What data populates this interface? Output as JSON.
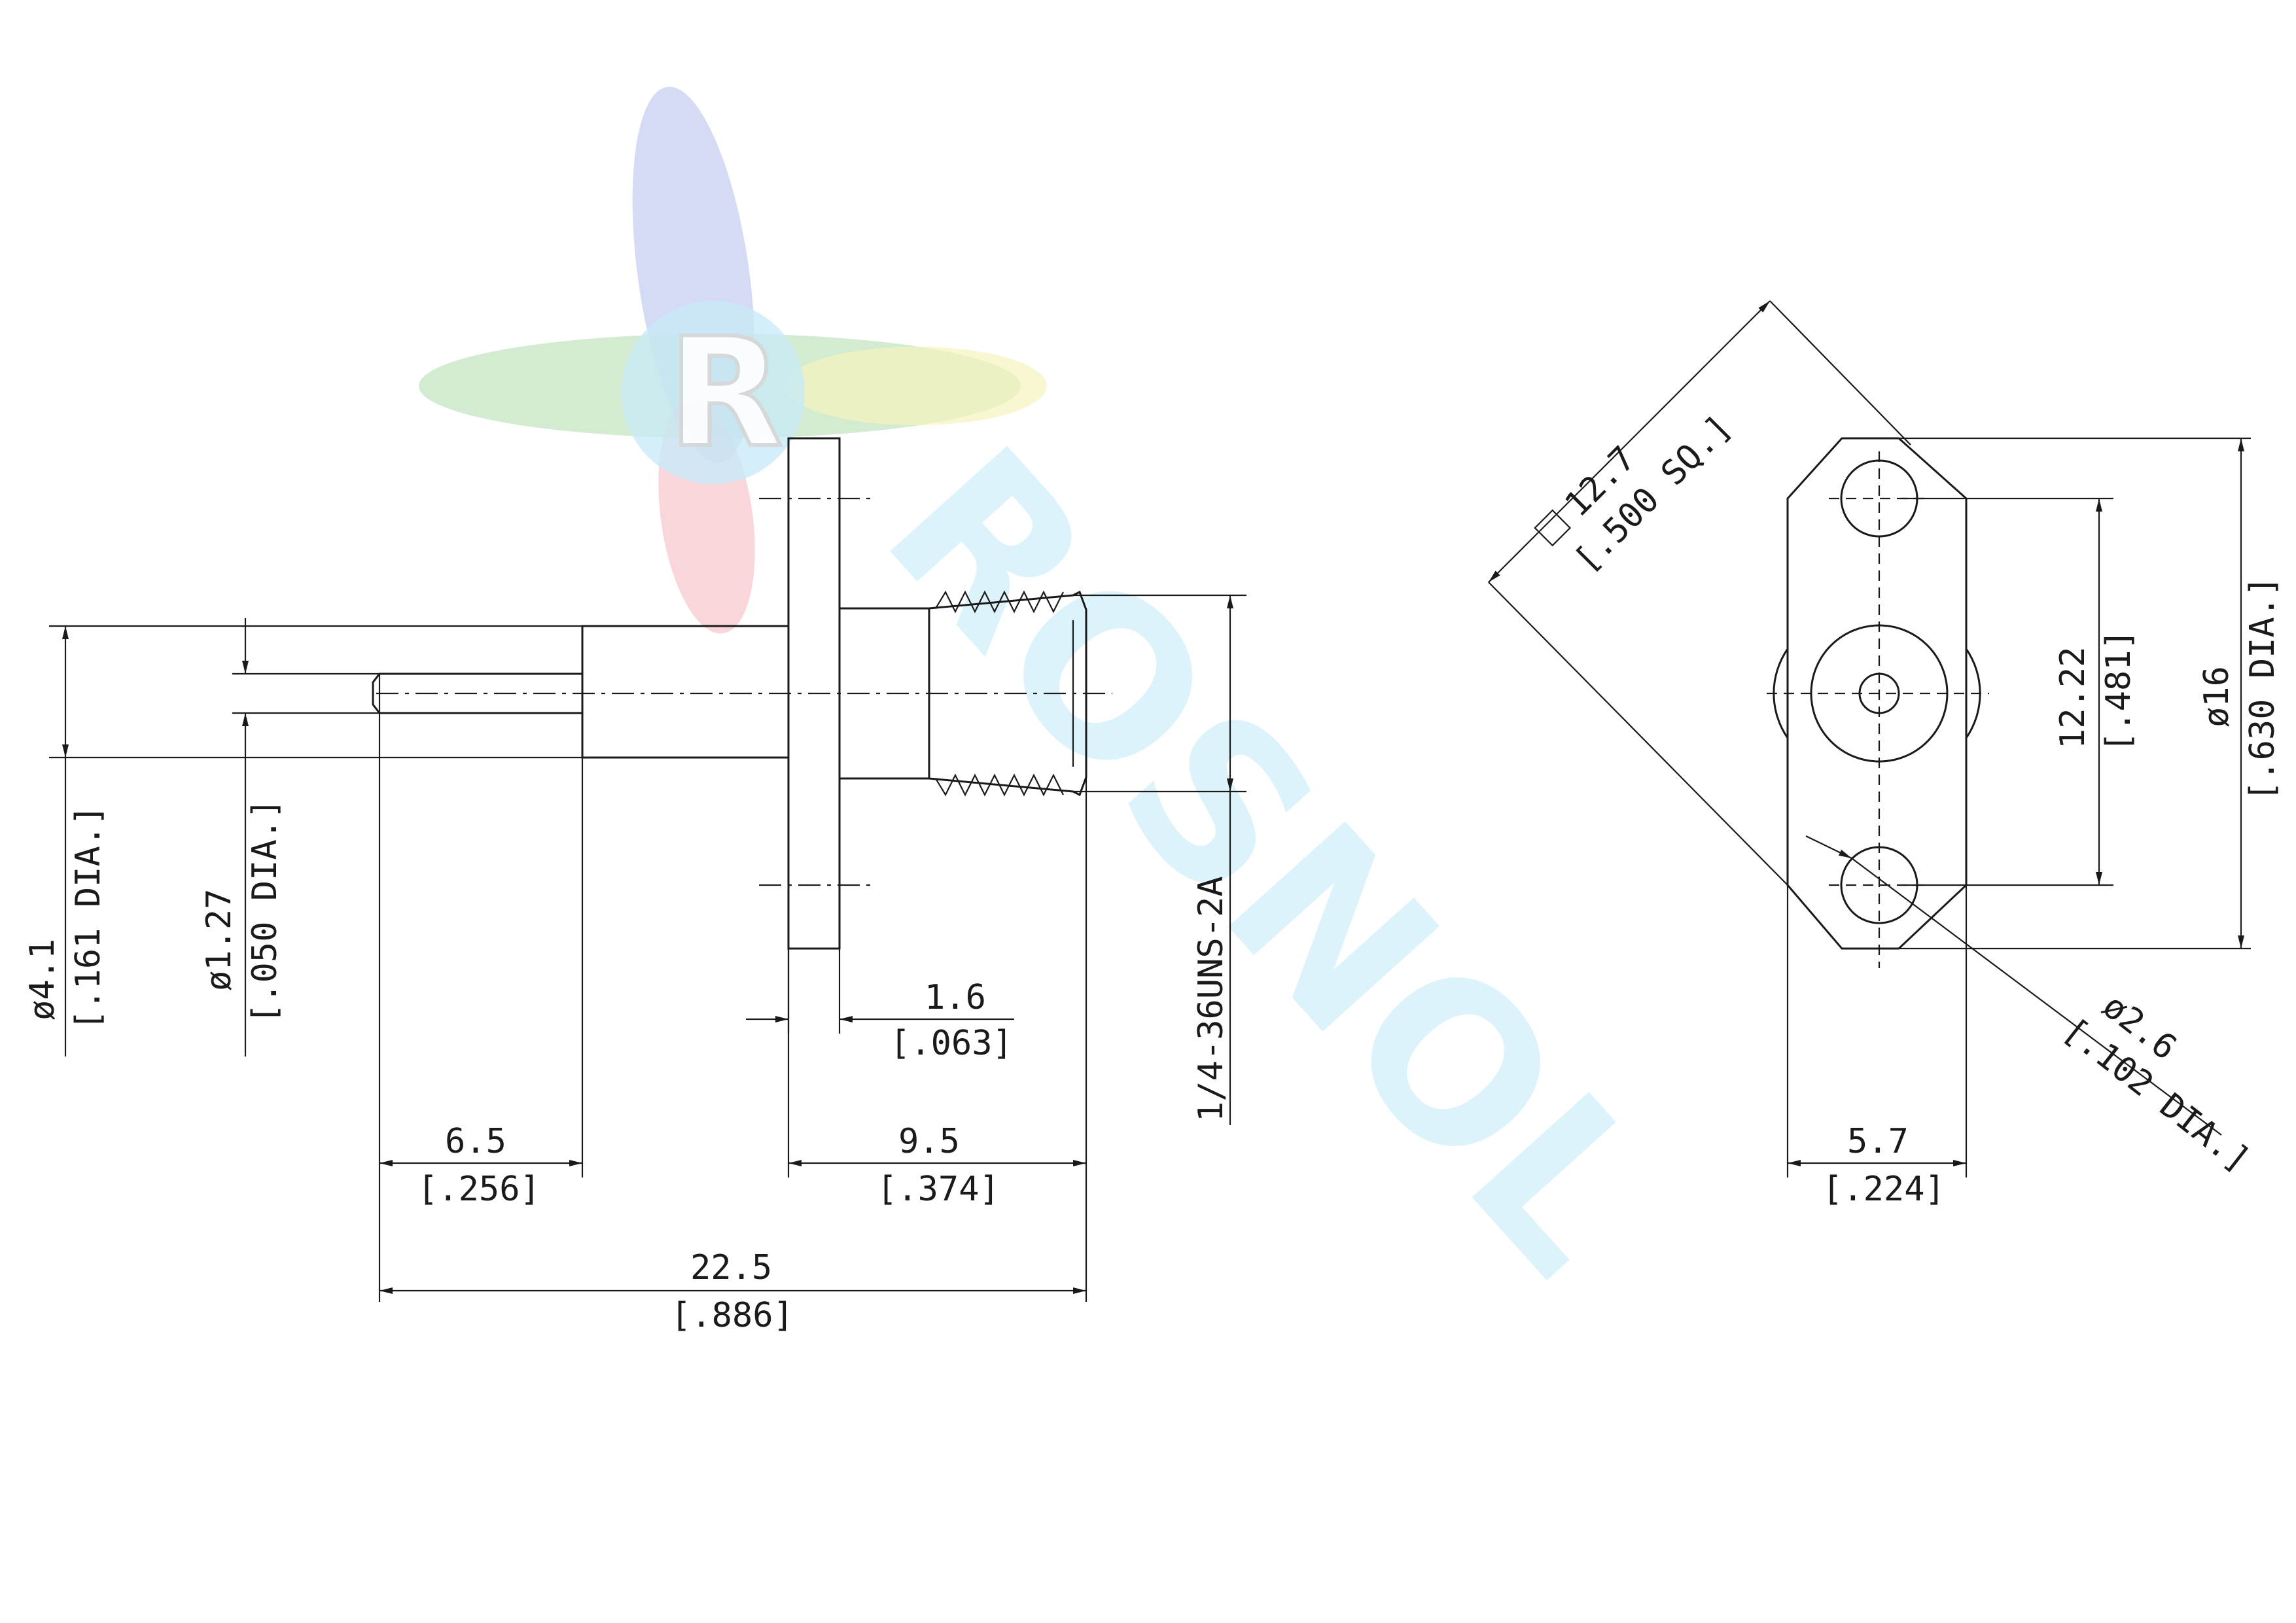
{
  "watermark": {
    "logo_letter": "R",
    "text": "ROSNOL",
    "colors": {
      "blue": "#9aa6e6",
      "green": "#9fd39a",
      "yellow": "#f2f0a8",
      "red": "#e8a0a8",
      "cyan": "#b6e6f5"
    }
  },
  "dimensions": {
    "d41": {
      "value": "ø4.1",
      "inch": "[.161 DIA.]"
    },
    "d127": {
      "value": "ø1.27",
      "inch": "[.050 DIA.]"
    },
    "thread": {
      "value": "1/4-36UNS-2A"
    },
    "d16": {
      "value": "1.6",
      "inch": "[.063]"
    },
    "d65": {
      "value": "6.5",
      "inch": "[.256]"
    },
    "d95": {
      "value": "9.5",
      "inch": "[.374]"
    },
    "d225": {
      "value": "22.5",
      "inch": "[.886]"
    },
    "sq127": {
      "value": "12.7",
      "inch": "[.500 SQ.]"
    },
    "d1222": {
      "value": "12.22",
      "inch": "[.481]"
    },
    "d16dia": {
      "value": "ø16",
      "inch": "[.630 DIA.]"
    },
    "d26": {
      "value": "ø2.6",
      "inch": "[.102 DIA.]"
    },
    "d57": {
      "value": "5.7",
      "inch": "[.224]"
    }
  }
}
